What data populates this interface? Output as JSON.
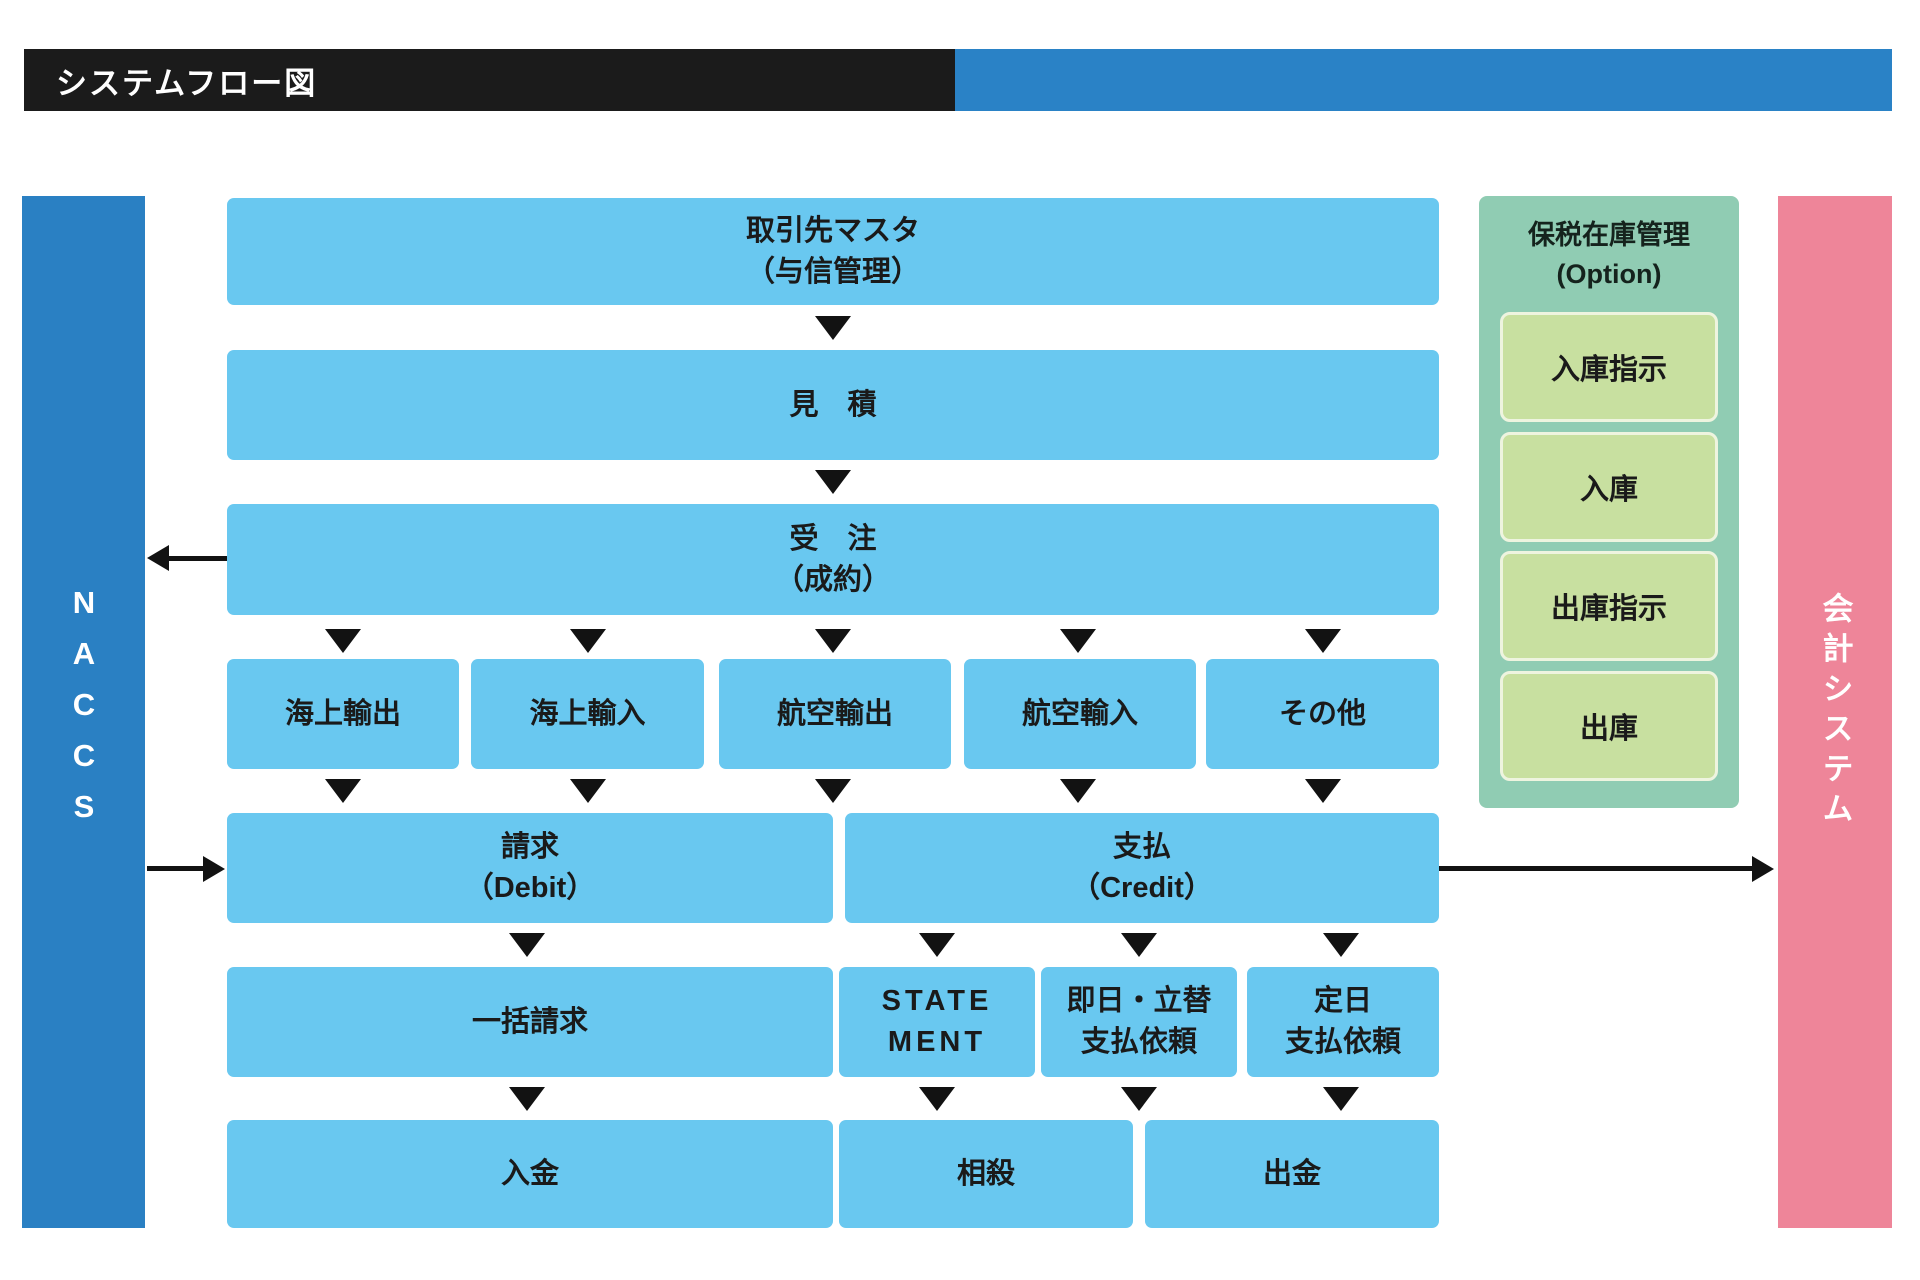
{
  "header": {
    "title": "システムフロー図"
  },
  "left_bar": {
    "label": "NACCS"
  },
  "right_bar": {
    "label": "会計システム"
  },
  "flow": {
    "master": {
      "line1": "取引先マスタ",
      "line2": "（与信管理）"
    },
    "quote": {
      "label": "見　積"
    },
    "order": {
      "line1": "受　注",
      "line2": "（成約）"
    },
    "categories": [
      "海上輸出",
      "海上輸入",
      "航空輸出",
      "航空輸入",
      "その他"
    ],
    "debit": {
      "line1": "請求",
      "line2": "（Debit）"
    },
    "credit": {
      "line1": "支払",
      "line2": "（Credit）"
    },
    "batch_invoice": {
      "label": "一括請求"
    },
    "statement": {
      "line1": "STATE",
      "line2": "MENT"
    },
    "sameday_payment": {
      "line1": "即日・立替",
      "line2": "支払依頼"
    },
    "fixedday_payment": {
      "line1": "定日",
      "line2": "支払依頼"
    },
    "deposit": {
      "label": "入金"
    },
    "offset": {
      "label": "相殺"
    },
    "withdrawal": {
      "label": "出金"
    }
  },
  "option_panel": {
    "title": "保税在庫管理",
    "subtitle": "(Option)",
    "items": [
      "入庫指示",
      "入庫",
      "出庫指示",
      "出庫"
    ]
  },
  "colors": {
    "header_black": "#1b1b1b",
    "header_blue": "#2a82c6",
    "naccs_blue": "#2a80c3",
    "flow_box_blue": "#69c8f0",
    "accounting_pink": "#ee8599",
    "panel_green": "#90ccb3",
    "panel_item_green": "#c8e0a0",
    "arrow_black": "#121212"
  }
}
